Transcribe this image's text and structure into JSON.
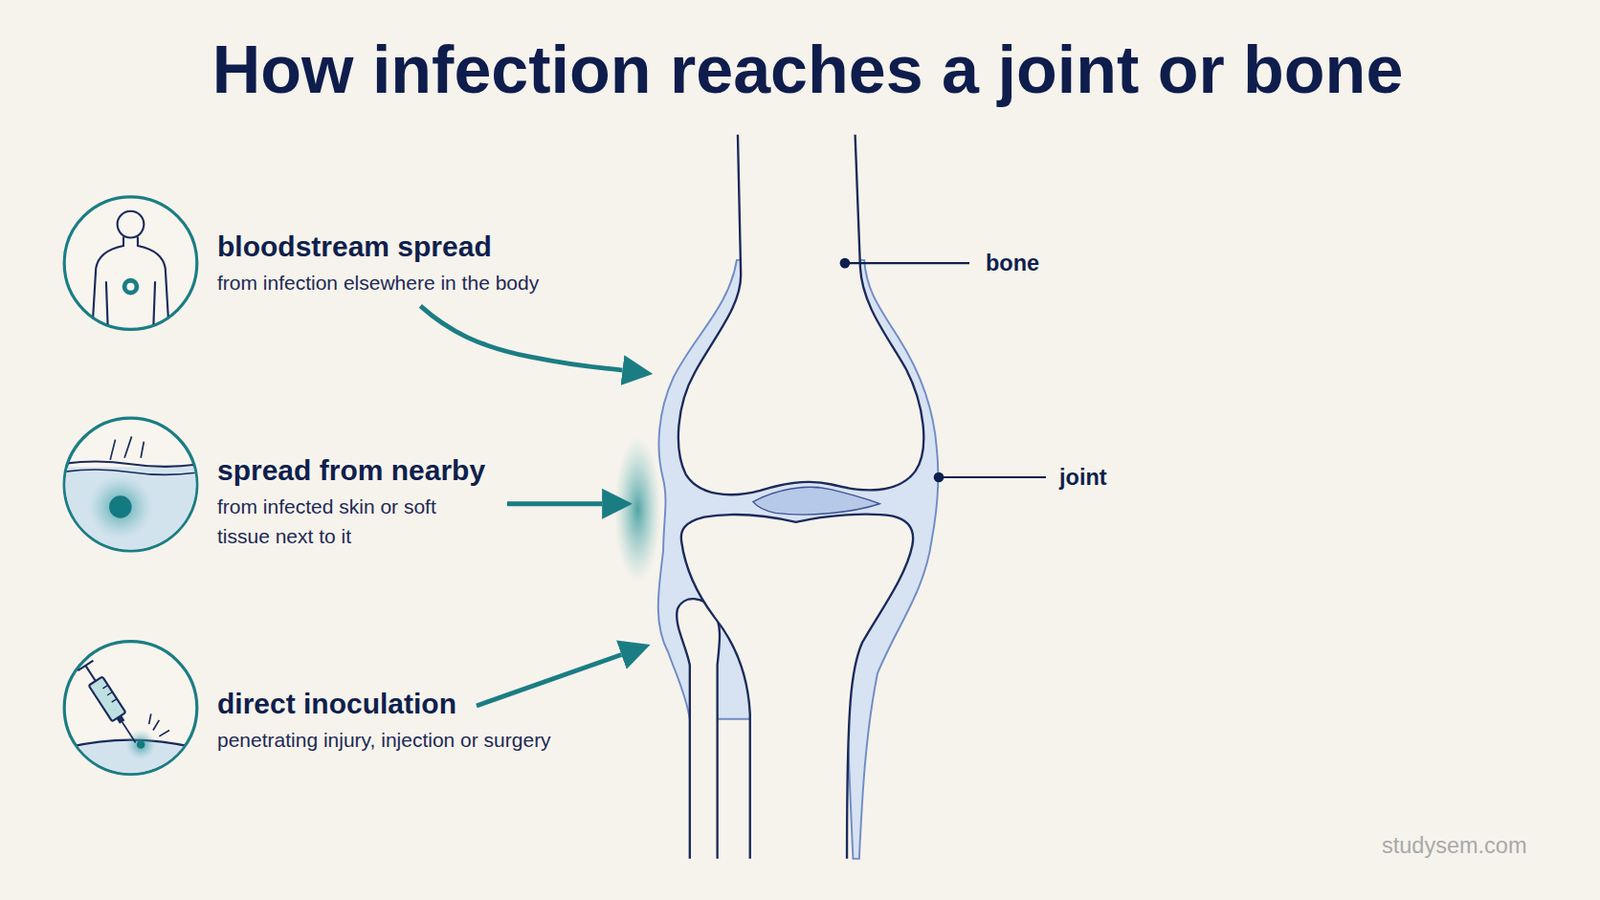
{
  "diagram": {
    "title": "How infection reaches a joint or bone",
    "nodes": [
      {
        "text": [
          "bloodstream spread",
          "from infection elsewhere in the body"
        ]
      },
      {
        "text": [
          "spread from nearby",
          "from infected skin or soft tissue next to it"
        ]
      },
      {
        "text": [
          "direct inoculation",
          "penetrating injury, injection or surgery"
        ]
      }
    ],
    "labels": [
      "bone",
      "joint",
      "studysem.com"
    ]
  }
}
